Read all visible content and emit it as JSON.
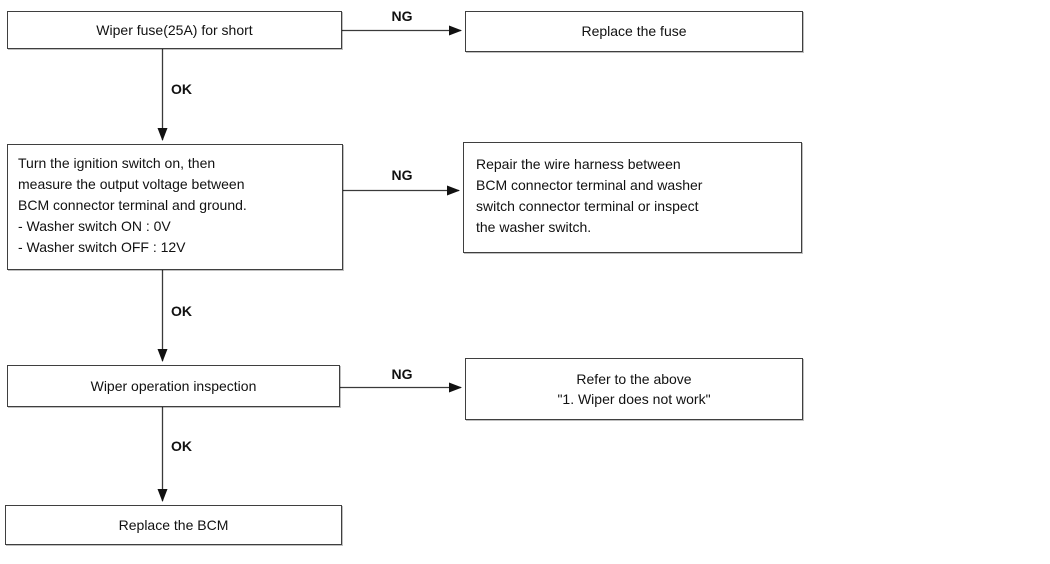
{
  "diagram": {
    "title_hint": "Washer troubleshooting flowchart",
    "nodes": {
      "step1": "Wiper fuse(25A) for short",
      "result1": "Replace the fuse",
      "step2": "Turn the ignition switch on, then\nmeasure the output voltage between\nBCM connector terminal and ground.\n- Washer switch ON : 0V\n- Washer switch OFF : 12V",
      "result2": "Repair the wire harness between\nBCM connector terminal and washer\nswitch connector terminal or inspect\nthe washer switch.",
      "step3": "Wiper operation inspection",
      "result3": "Refer to the above\n\"1. Wiper does not work\"",
      "step4": "Replace the BCM"
    },
    "edge_labels": {
      "ng1": "NG",
      "ok1": "OK",
      "ng2": "NG",
      "ok2": "OK",
      "ng3": "NG",
      "ok3": "OK"
    },
    "colors": {
      "background": "#ffffff",
      "box_border": "#3f3f3f",
      "connector_line": "#3a3a3a",
      "text": "#111111"
    }
  }
}
